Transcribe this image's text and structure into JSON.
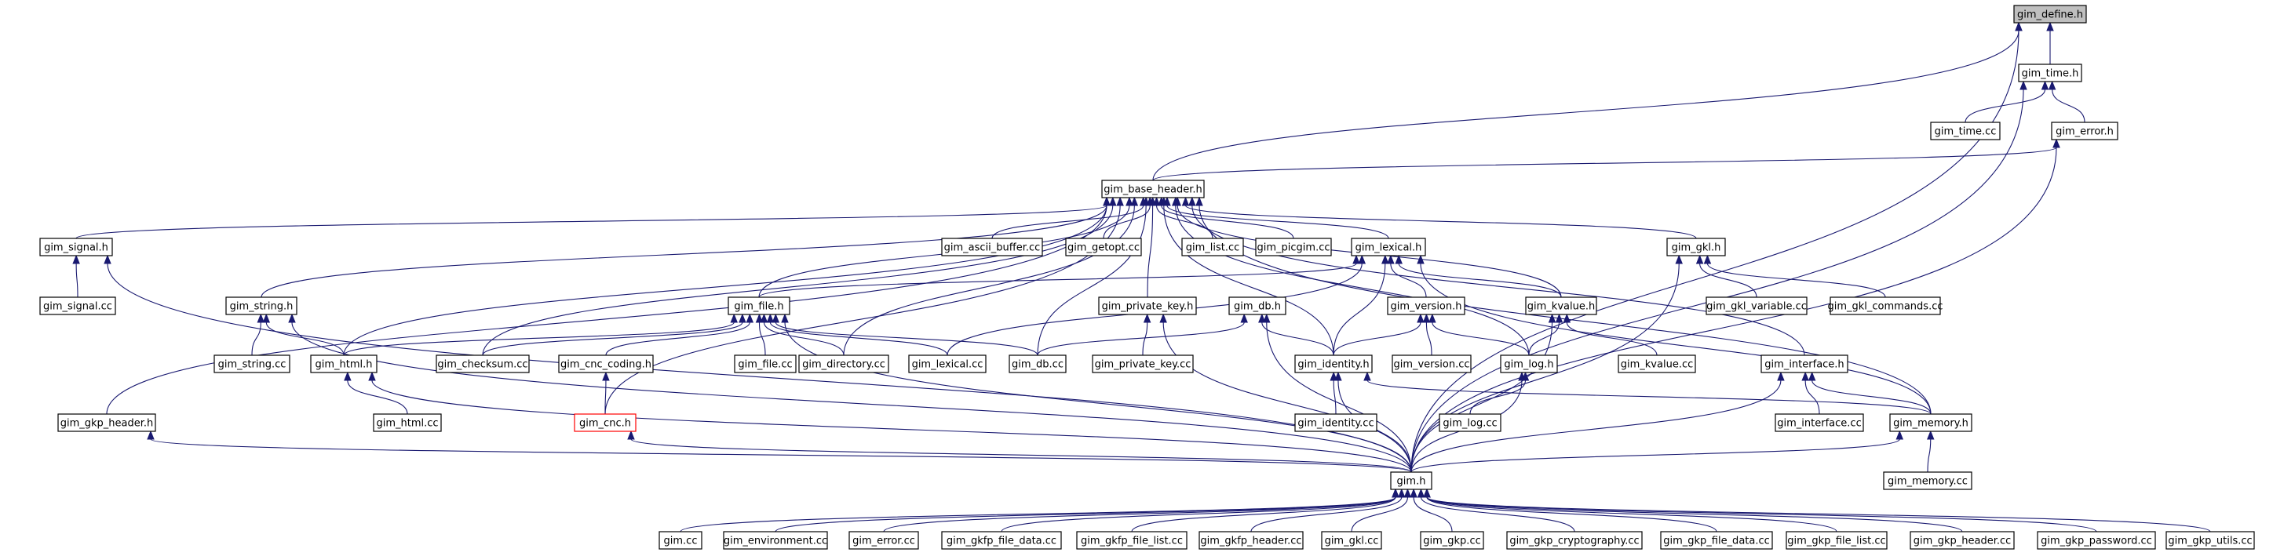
{
  "colors": {
    "edge": "#191970",
    "node_border": "#000000",
    "root_fill": "#bfbfbf",
    "highlight_border": "#ff0000"
  },
  "nodes": {
    "gim_define_h": "gim_define.h",
    "gim_time_h": "gim_time.h",
    "gim_time_cc": "gim_time.cc",
    "gim_error_h": "gim_error.h",
    "gim_base_header_h": "gim_base_header.h",
    "gim_signal_h": "gim_signal.h",
    "gim_signal_cc": "gim_signal.cc",
    "gim_ascii_buffer_cc": "gim_ascii_buffer.cc",
    "gim_getopt_cc": "gim_getopt.cc",
    "gim_list_cc": "gim_list.cc",
    "gim_picgim_cc": "gim_picgim.cc",
    "gim_lexical_h": "gim_lexical.h",
    "gim_gkl_h": "gim_gkl.h",
    "gim_string_h": "gim_string.h",
    "gim_file_h": "gim_file.h",
    "gim_private_key_h": "gim_private_key.h",
    "gim_db_h": "gim_db.h",
    "gim_version_h": "gim_version.h",
    "gim_kvalue_h": "gim_kvalue.h",
    "gim_gkl_variable_cc": "gim_gkl_variable.cc",
    "gim_gkl_commands_cc": "gim_gkl_commands.cc",
    "gim_string_cc": "gim_string.cc",
    "gim_html_h": "gim_html.h",
    "gim_checksum_cc": "gim_checksum.cc",
    "gim_cnc_coding_h": "gim_cnc_coding.h",
    "gim_file_cc": "gim_file.cc",
    "gim_directory_cc": "gim_directory.cc",
    "gim_lexical_cc": "gim_lexical.cc",
    "gim_db_cc": "gim_db.cc",
    "gim_private_key_cc": "gim_private_key.cc",
    "gim_identity_h": "gim_identity.h",
    "gim_version_cc": "gim_version.cc",
    "gim_log_h": "gim_log.h",
    "gim_kvalue_cc": "gim_kvalue.cc",
    "gim_interface_h": "gim_interface.h",
    "gim_gkp_header_h": "gim_gkp_header.h",
    "gim_html_cc": "gim_html.cc",
    "gim_cnc_h": "gim_cnc.h",
    "gim_identity_cc": "gim_identity.cc",
    "gim_log_cc": "gim_log.cc",
    "gim_interface_cc": "gim_interface.cc",
    "gim_memory_h": "gim_memory.h",
    "gim_h": "gim.h",
    "gim_memory_cc": "gim_memory.cc",
    "gim_cc": "gim.cc",
    "gim_environment_cc": "gim_environment.cc",
    "gim_error_cc": "gim_error.cc",
    "gim_gkfp_file_data_cc": "gim_gkfp_file_data.cc",
    "gim_gkfp_file_list_cc": "gim_gkfp_file_list.cc",
    "gim_gkfp_header_cc": "gim_gkfp_header.cc",
    "gim_gkl_cc": "gim_gkl.cc",
    "gim_gkp_cc": "gim_gkp.cc",
    "gim_gkp_cryptography_cc": "gim_gkp_cryptography.cc",
    "gim_gkp_file_data_cc": "gim_gkp_file_data.cc",
    "gim_gkp_file_list_cc": "gim_gkp_file_list.cc",
    "gim_gkp_header_cc": "gim_gkp_header.cc",
    "gim_gkp_password_cc": "gim_gkp_password.cc",
    "gim_gkp_utils_cc": "gim_gkp_utils.cc"
  }
}
